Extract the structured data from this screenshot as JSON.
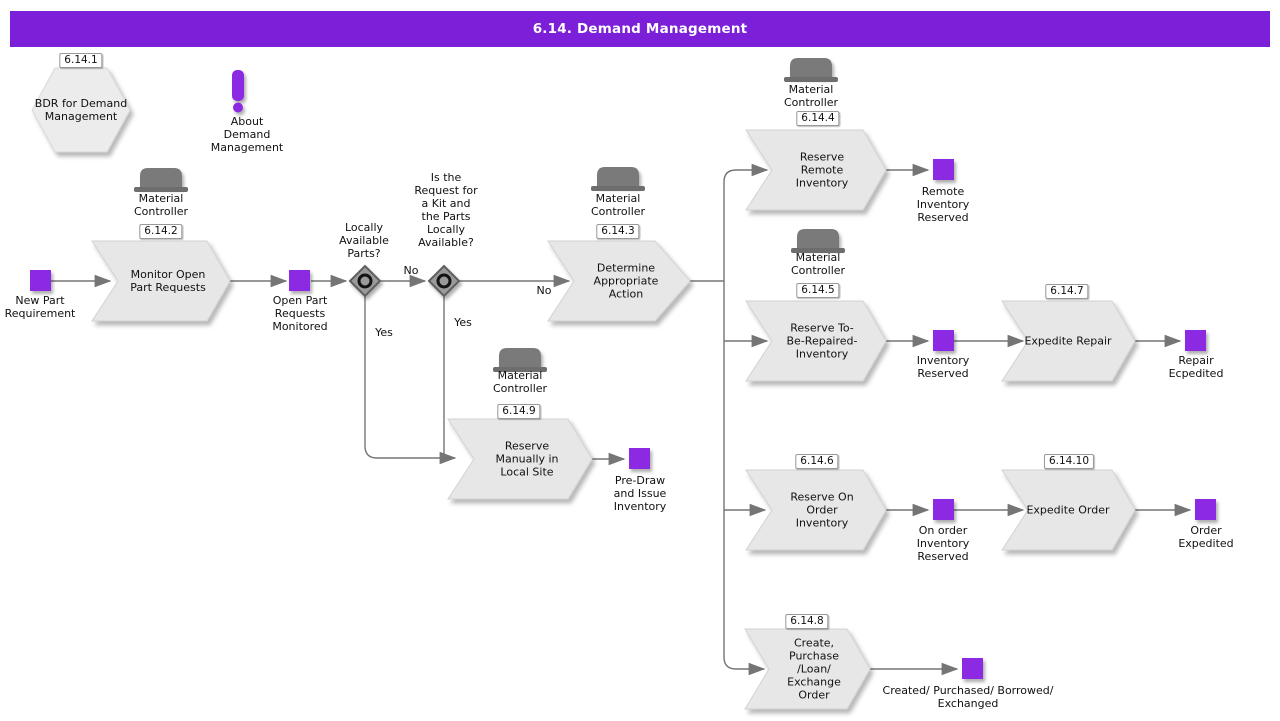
{
  "title": "6.14. Demand Management",
  "colors": {
    "header_bg": "#7b1fd9",
    "accent_purple": "#8b2be2",
    "process_fill": "#e7e7e7",
    "process_edge": "#d2d2d2",
    "line_color": "#757575",
    "gateway_fill": "#9a9a9a",
    "role_gray": "#7a7a7a"
  },
  "nodes": {
    "bdr": {
      "ref": "6.14.1",
      "label": "BDR for Demand\nManagement"
    },
    "about": {
      "label": "About\nDemand\nManagement"
    },
    "new_part": {
      "label": "New Part\nRequirement"
    },
    "monitor": {
      "ref": "6.14.2",
      "role": "Material\nController",
      "label": "Monitor Open\nPart Requests"
    },
    "open_part": {
      "label": "Open Part\nRequests\nMonitored"
    },
    "locally": {
      "question": "Locally\nAvailable\nParts?",
      "no_label": "No",
      "yes_label": "Yes"
    },
    "kit": {
      "question": "Is the\nRequest for\na Kit and\nthe Parts\nLocally\nAvailable?",
      "no_label": "No",
      "yes_label": "Yes"
    },
    "determine": {
      "ref": "6.14.3",
      "role": "Material\nController",
      "label": "Determine\nAppropriate\nAction"
    },
    "reserve_remote": {
      "ref": "6.14.4",
      "role": "Material\nController",
      "label": "Reserve\nRemote\nInventory"
    },
    "remote_reserved": {
      "label": "Remote\nInventory\nReserved"
    },
    "reserve_tobe": {
      "ref": "6.14.5",
      "role": "Material\nController",
      "label": "Reserve To-\nBe-Repaired-\nInventory"
    },
    "inventory_reserved": {
      "label": "Inventory\nReserved"
    },
    "expedite_repair": {
      "ref": "6.14.7",
      "label": "Expedite Repair"
    },
    "repair_ecpedited": {
      "label": "Repair\nEcpedited"
    },
    "reserve_onorder": {
      "ref": "6.14.6",
      "label": "Reserve On\nOrder\nInventory"
    },
    "onorder_reserved": {
      "label": "On order\nInventory\nReserved"
    },
    "expedite_order": {
      "ref": "6.14.10",
      "label": "Expedite Order"
    },
    "order_expedited": {
      "label": "Order\nExpedited"
    },
    "create_order": {
      "ref": "6.14.8",
      "label": "Create,\nPurchase\n/Loan/\nExchange\nOrder"
    },
    "created_purchased": {
      "label": "Created/ Purchased/ Borrowed/\nExchanged"
    },
    "reserve_manually": {
      "ref": "6.14.9",
      "role": "Material\nController",
      "label": "Reserve\nManually in\nLocal Site"
    },
    "pre_draw": {
      "label": "Pre-Draw\nand Issue\nInventory"
    }
  }
}
